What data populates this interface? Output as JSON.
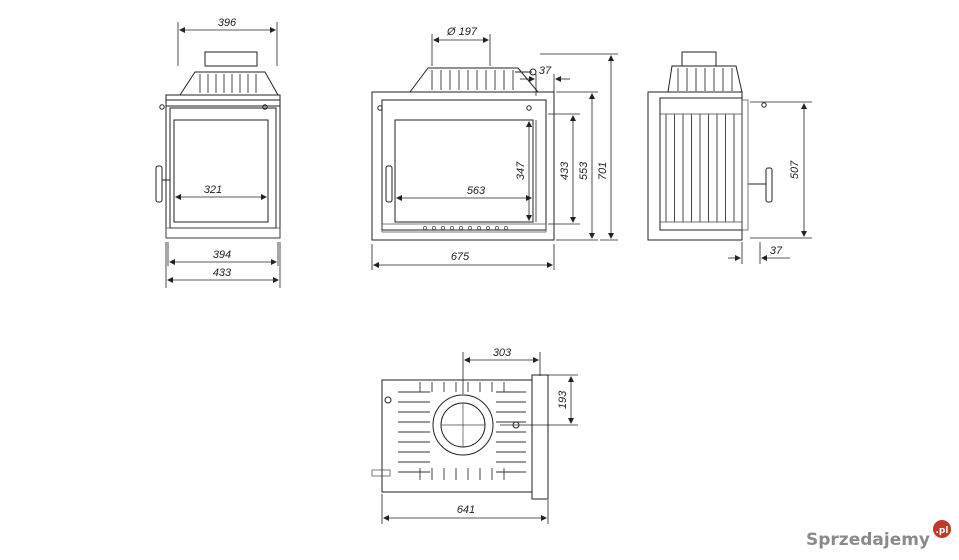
{
  "views": {
    "front": {
      "dim_top": "396",
      "dim_glass_width": "321",
      "dim_inner_width": "394",
      "dim_outer_width": "433"
    },
    "front_wide": {
      "dim_flue_diameter": "Ø 197",
      "dim_flue_offset": "37",
      "dim_glass_width": "563",
      "dim_total_width": "675",
      "dim_glass_height": "347",
      "dim_frame_height": "433",
      "dim_body_height": "553",
      "dim_total_height": "701"
    },
    "side": {
      "dim_height": "507",
      "dim_depth_offset": "37"
    },
    "top": {
      "dim_flue_position": "303",
      "dim_flue_depth": "193",
      "dim_total_width": "641"
    }
  },
  "watermark": {
    "brand": "Sprzedajemy",
    "tld": ".pl"
  }
}
